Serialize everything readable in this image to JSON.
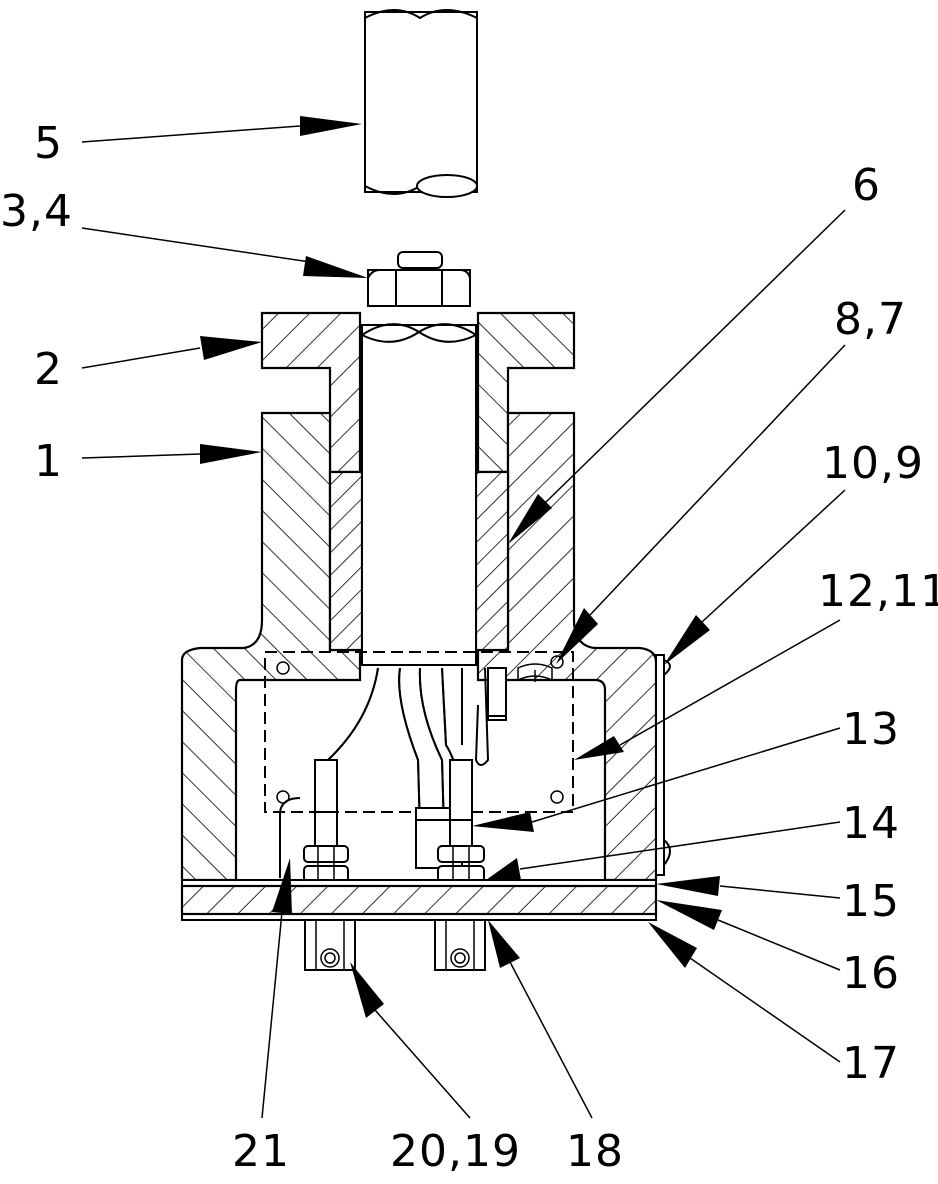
{
  "labels": {
    "l5": "5",
    "l34": "3,4",
    "l6": "6",
    "l87": "8,7",
    "l2": "2",
    "l1": "1",
    "l109": "10,9",
    "l1211": "12,11",
    "l13": "13",
    "l14": "14",
    "l15": "15",
    "l16": "16",
    "l17": "17",
    "l21": "21",
    "l2019": "20,19",
    "l18": "18"
  }
}
